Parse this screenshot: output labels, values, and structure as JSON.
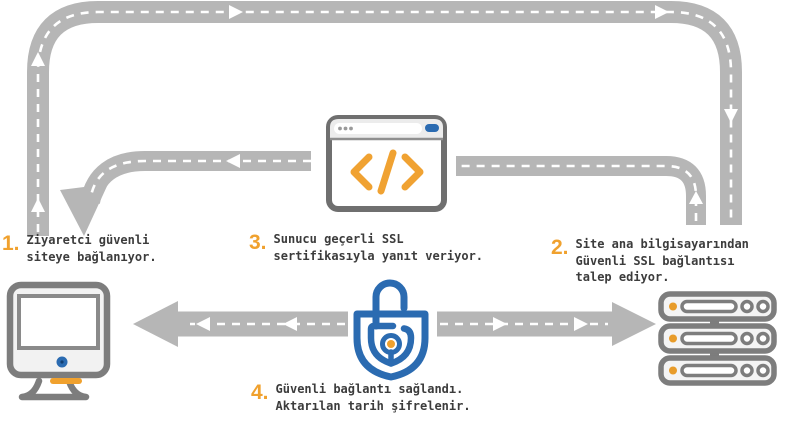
{
  "diagram": {
    "language": "Turkish",
    "topic": "SSL secure connection flow"
  },
  "steps": [
    {
      "number": "1.",
      "lines": [
        "Ziyaretci güvenli",
        "siteye bağlanıyor."
      ]
    },
    {
      "number": "2.",
      "lines": [
        "Site ana bilgisayarından",
        "Güvenli SSL bağlantısı",
        "talep ediyor."
      ]
    },
    {
      "number": "3.",
      "lines": [
        "Sunucu geçerli SSL",
        "sertifikasıyla yanıt veriyor."
      ]
    },
    {
      "number": "4.",
      "lines": [
        "Güvenli bağlantı sağlandı.",
        "Aktarılan tarih şifrelenir."
      ]
    }
  ],
  "icons": {
    "visitor": "computer-monitor-icon",
    "website": "browser-window-code-icon",
    "host": "server-stack-icon",
    "security": "open-padlock-icon"
  },
  "colors": {
    "road_gray": "#b6b6b6",
    "icon_gray": "#7d7d7d",
    "accent_blue": "#2b6bb1",
    "accent_orange": "#f0a12e",
    "text_dark": "#3c3c3c"
  }
}
